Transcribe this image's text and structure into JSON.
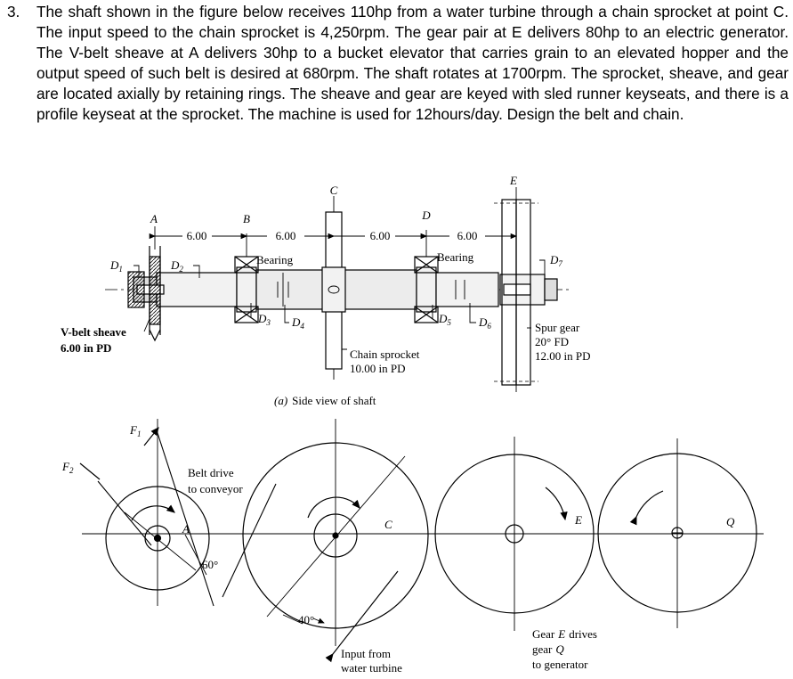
{
  "problem": {
    "number": "3.",
    "text": "The shaft shown in the figure below receives 110hp from a water turbine through a chain sprocket at point C. The input speed to the chain sprocket is 4,250rpm. The gear pair at E delivers 80hp to an electric generator. The V-belt sheave at A delivers 30hp to a bucket elevator that carries grain to an elevated hopper and the output speed of such belt is desired at 680rpm. The shaft rotates at 1700rpm. The sprocket, sheave, and gear are located axially by retaining rings. The sheave and gear are keyed with sled runner keyseats, and there is a profile keyseat at the sprocket. The machine is used for 12hours/day. Design the belt and chain."
  },
  "side_view": {
    "points": [
      "A",
      "B",
      "C",
      "D",
      "E"
    ],
    "dimensions": [
      "6.00",
      "6.00",
      "6.00",
      "6.00"
    ],
    "bearing_left": "Bearing",
    "bearing_right": "Bearing",
    "diameters": [
      "D",
      "D",
      "D",
      "D",
      "D",
      "D",
      "D"
    ],
    "diameter_subs": [
      "1",
      "2",
      "3",
      "4",
      "5",
      "6",
      "7"
    ],
    "sheave_label_1": "V-belt sheave",
    "sheave_label_2": "6.00 in PD",
    "sprocket_label_1": "Chain sprocket",
    "sprocket_label_2": "10.00 in PD",
    "gear_label_1": "Spur gear",
    "gear_label_2": "20° FD",
    "gear_label_3": "12.00 in PD",
    "caption_prefix": "(a)",
    "caption": "Side view of shaft"
  },
  "end_view": {
    "force_1": "F",
    "force_1_sub": "1",
    "force_2": "F",
    "force_2_sub": "2",
    "belt_label_1": "Belt drive",
    "belt_label_2": "to conveyor",
    "angle_belt": "60°",
    "angle_chain": "40°",
    "point_A": "A",
    "point_C": "C",
    "point_E": "E",
    "point_Q": "Q",
    "input_label_1": "Input from",
    "input_label_2": "water turbine",
    "gear_note_1": "Gear",
    "gear_note_E": "E",
    "gear_note_2": "drives",
    "gear_note_3": "gear",
    "gear_note_Q": "Q",
    "gear_note_4": "to generator"
  }
}
